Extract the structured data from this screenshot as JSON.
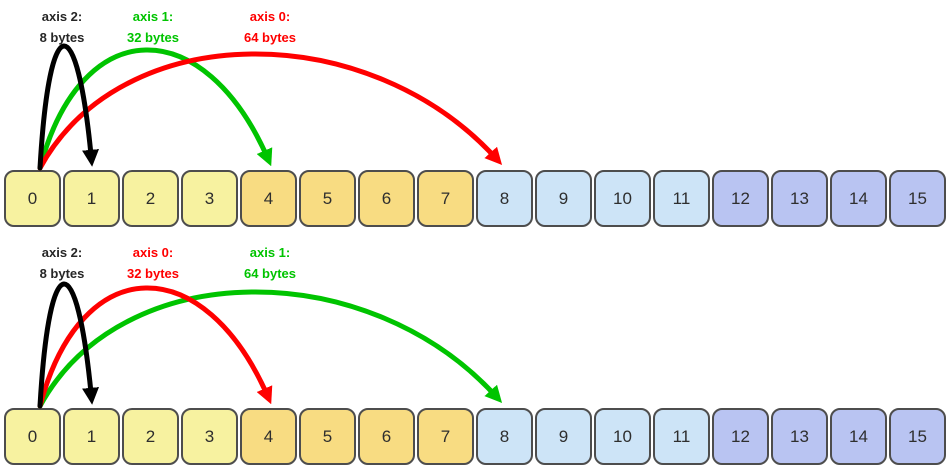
{
  "figure_title": "array strides byte-jump diagram",
  "cells": {
    "values": [
      "0",
      "1",
      "2",
      "3",
      "4",
      "5",
      "6",
      "7",
      "8",
      "9",
      "10",
      "11",
      "12",
      "13",
      "14",
      "15"
    ],
    "group_colors": [
      "#F7F2A0",
      "#F8DC82",
      "#CDE4F7",
      "#B9C4F2"
    ],
    "border_color": "#4D4D4D",
    "number_color": "#2E2E2E"
  },
  "diagrams": [
    {
      "id": "top",
      "labels": [
        {
          "line1": "axis 2:",
          "line2": "8 bytes",
          "color": "#262626"
        },
        {
          "line1": "axis 1:",
          "line2": "32 bytes",
          "color": "#00C400"
        },
        {
          "line1": "axis 0:",
          "line2": "64 bytes",
          "color": "#FF0000"
        }
      ],
      "arrows": [
        {
          "axis": "axis 1",
          "stride_label": "32 bytes",
          "color": "#00C400",
          "from_cell": 0,
          "to_cell": 4
        },
        {
          "axis": "axis 0",
          "stride_label": "64 bytes",
          "color": "#FF0000",
          "from_cell": 0,
          "to_cell": 8
        },
        {
          "axis": "axis 2",
          "stride_label": "8 bytes",
          "color": "#000000",
          "from_cell": 0,
          "to_cell": 1
        }
      ]
    },
    {
      "id": "bottom",
      "labels": [
        {
          "line1": "axis 2:",
          "line2": "8 bytes",
          "color": "#262626"
        },
        {
          "line1": "axis 0:",
          "line2": "32 bytes",
          "color": "#FF0000"
        },
        {
          "line1": "axis 1:",
          "line2": "64 bytes",
          "color": "#00C400"
        }
      ],
      "arrows": [
        {
          "axis": "axis 1",
          "stride_label": "64 bytes",
          "color": "#00C400",
          "from_cell": 0,
          "to_cell": 8
        },
        {
          "axis": "axis 0",
          "stride_label": "32 bytes",
          "color": "#FF0000",
          "from_cell": 0,
          "to_cell": 4
        },
        {
          "axis": "axis 2",
          "stride_label": "8 bytes",
          "color": "#000000",
          "from_cell": 0,
          "to_cell": 1
        }
      ]
    }
  ]
}
